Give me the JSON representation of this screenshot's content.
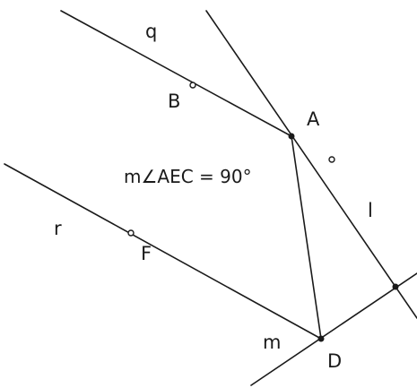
{
  "labels": {
    "q": "q",
    "r": "r",
    "l": "l",
    "m": "m",
    "A": "A",
    "B": "B",
    "D": "D",
    "F": "F"
  },
  "measurement": "m∠AEC = 90°"
}
